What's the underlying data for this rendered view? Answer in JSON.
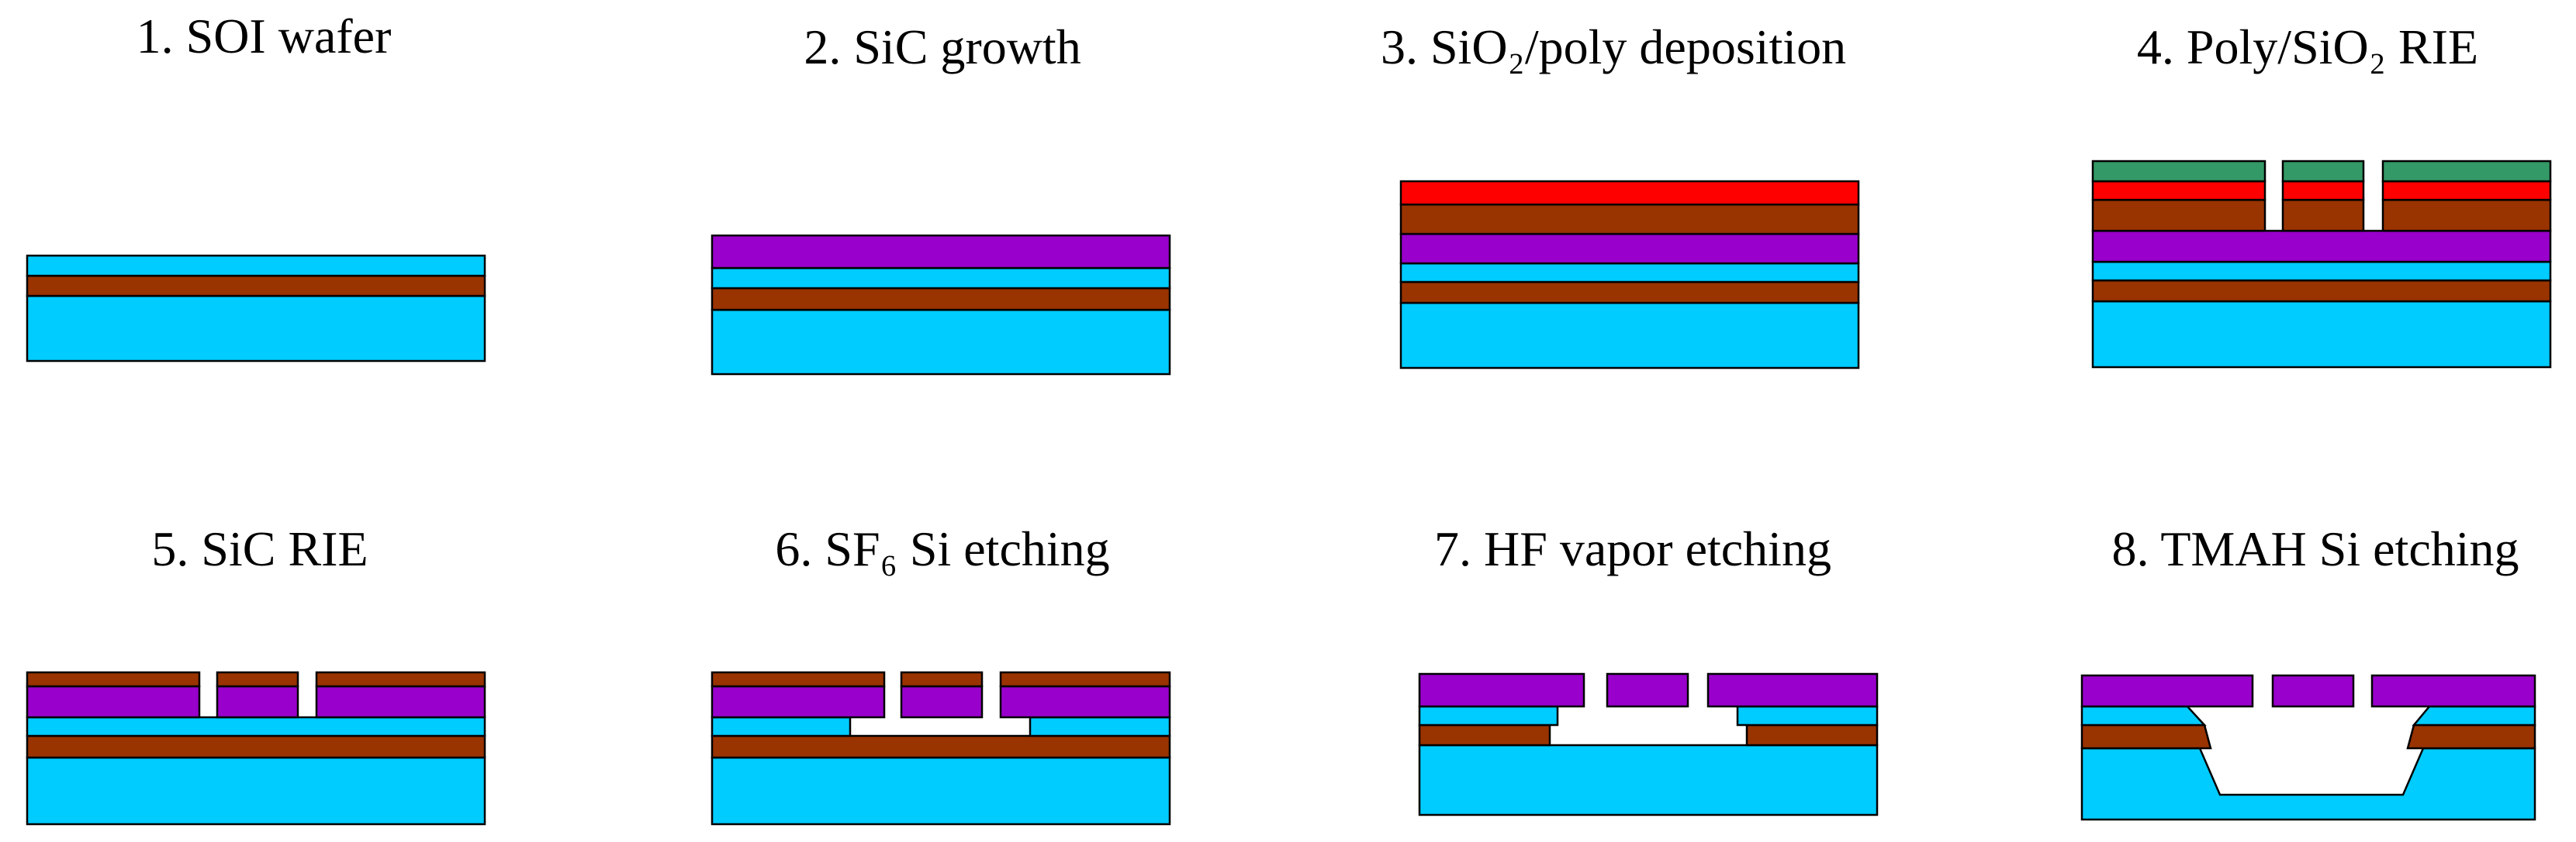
{
  "title": "",
  "colors": {
    "silicon": "#00CCFF",
    "oxide": "#993300",
    "sic": "#9900CC",
    "polysilicon": "#FF0000",
    "mask": "#339966",
    "outline": "#000000",
    "background": "#FFFFFF"
  },
  "steps": [
    {
      "label": "1. SOI wafer"
    },
    {
      "label": "2. SiC growth"
    },
    {
      "label": "3. SiO₂/poly deposition"
    },
    {
      "label": "4. Poly/SiO₂ RIE"
    },
    {
      "label": "5. SiC RIE"
    },
    {
      "label": "6. SF₆ Si etching"
    },
    {
      "label": "7. HF vapor etching"
    },
    {
      "label": "8. TMAH Si etching"
    }
  ]
}
